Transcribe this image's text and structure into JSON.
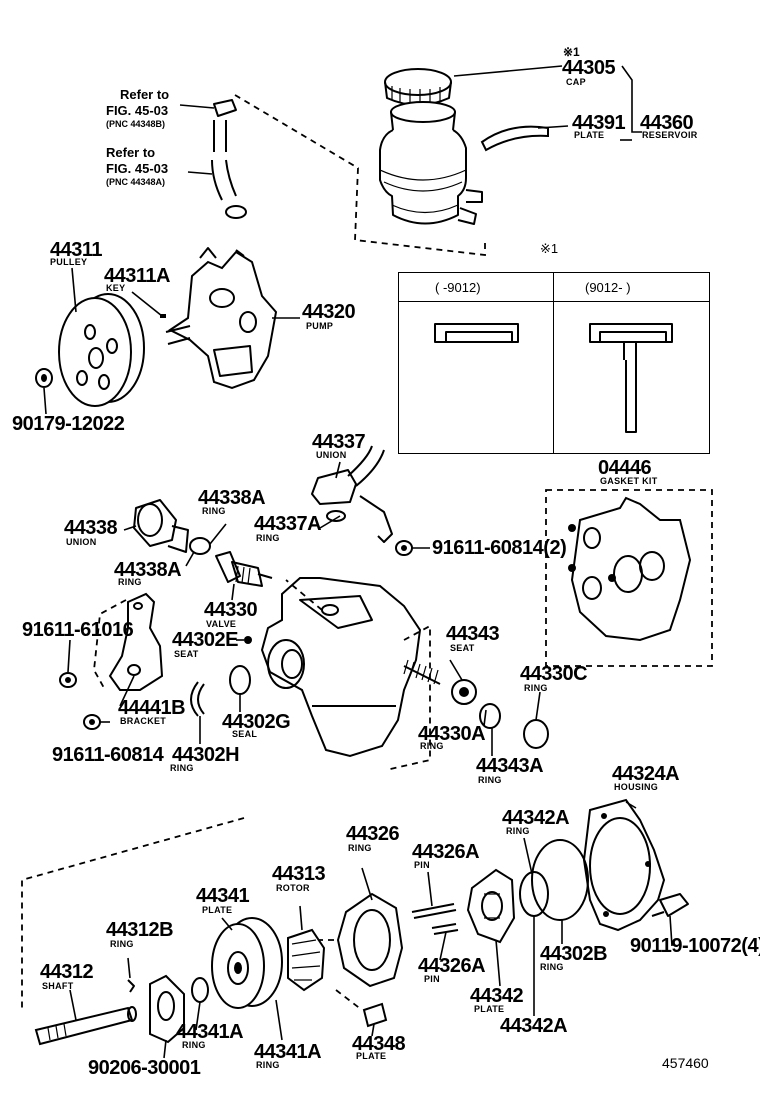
{
  "refs": {
    "ref1_title": "Refer to",
    "ref1_fig": "FIG. 45-03",
    "ref1_pnc": "(PNC 44348B)",
    "ref2_title": "Refer to",
    "ref2_fig": "FIG. 45-03",
    "ref2_pnc": "(PNC 44348A)"
  },
  "inset": {
    "mark": "※1",
    "col1": "(     -9012)",
    "col2": "(9012-      )"
  },
  "parts": [
    {
      "num": "44305",
      "name": "CAP",
      "mark": "※1"
    },
    {
      "num": "44391",
      "name": "PLATE"
    },
    {
      "num": "44360",
      "name": "RESERVOIR"
    },
    {
      "num": "44311",
      "name": "PULLEY"
    },
    {
      "num": "44311A",
      "name": "KEY"
    },
    {
      "num": "44320",
      "name": "PUMP"
    },
    {
      "num": "90179-12022",
      "name": ""
    },
    {
      "num": "44337",
      "name": "UNION"
    },
    {
      "num": "44337A",
      "name": "RING"
    },
    {
      "num": "04446",
      "name": "GASKET KIT"
    },
    {
      "num": "44338A",
      "name": "RING"
    },
    {
      "num": "44338",
      "name": "UNION"
    },
    {
      "num": "44338A",
      "name": "RING"
    },
    {
      "num": "91611-60814(2)",
      "name": ""
    },
    {
      "num": "44330",
      "name": "VALVE"
    },
    {
      "num": "91611-61016",
      "name": ""
    },
    {
      "num": "44302E",
      "name": "SEAT"
    },
    {
      "num": "44343",
      "name": "SEAT"
    },
    {
      "num": "44330C",
      "name": "RING"
    },
    {
      "num": "44441B",
      "name": "BRACKET"
    },
    {
      "num": "44302G",
      "name": "SEAL"
    },
    {
      "num": "44330A",
      "name": "RING"
    },
    {
      "num": "91611-60814",
      "name": ""
    },
    {
      "num": "44302H",
      "name": "RING"
    },
    {
      "num": "44343A",
      "name": "RING"
    },
    {
      "num": "44324A",
      "name": "HOUSING"
    },
    {
      "num": "44342A",
      "name": "RING"
    },
    {
      "num": "44326",
      "name": "RING"
    },
    {
      "num": "44326A",
      "name": "PIN"
    },
    {
      "num": "44313",
      "name": "ROTOR"
    },
    {
      "num": "44341",
      "name": "PLATE"
    },
    {
      "num": "44312B",
      "name": "RING"
    },
    {
      "num": "44302B",
      "name": "RING"
    },
    {
      "num": "90119-10072(4)",
      "name": ""
    },
    {
      "num": "44326A",
      "name": "PIN"
    },
    {
      "num": "44312",
      "name": "SHAFT"
    },
    {
      "num": "44342",
      "name": "PLATE"
    },
    {
      "num": "44342A",
      "name": ""
    },
    {
      "num": "44341A",
      "name": "RING"
    },
    {
      "num": "44341A",
      "name": "RING"
    },
    {
      "num": "44348",
      "name": "PLATE"
    },
    {
      "num": "90206-30001",
      "name": ""
    }
  ],
  "catalog_number": "457460"
}
